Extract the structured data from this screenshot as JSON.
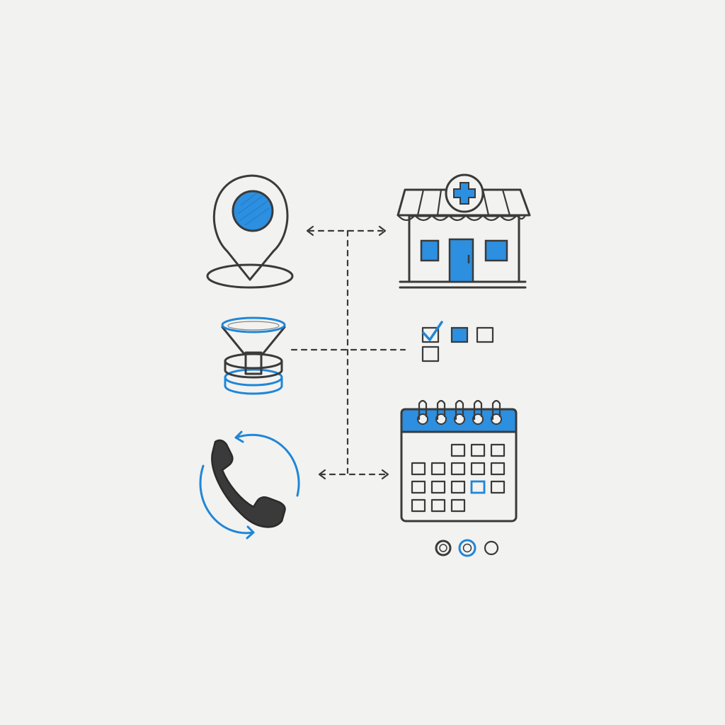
{
  "colors": {
    "ink": "#3a3a3a",
    "accent": "#1f86d8",
    "accent_fill": "#2c8fe0",
    "paper": "#f2f2f0"
  },
  "icons": [
    "map-pin-icon",
    "clinic-building-icon",
    "funnel-filter-icon",
    "checkbox-options-icon",
    "phone-callback-icon",
    "calendar-icon",
    "step-dots-icon"
  ],
  "checkbox_options": {
    "states": [
      "checked",
      "selected",
      "empty",
      "empty"
    ]
  },
  "step_dots": {
    "count": 3,
    "active_index": 1
  },
  "calendar": {
    "highlighted_cell": "row-3-col-4"
  }
}
